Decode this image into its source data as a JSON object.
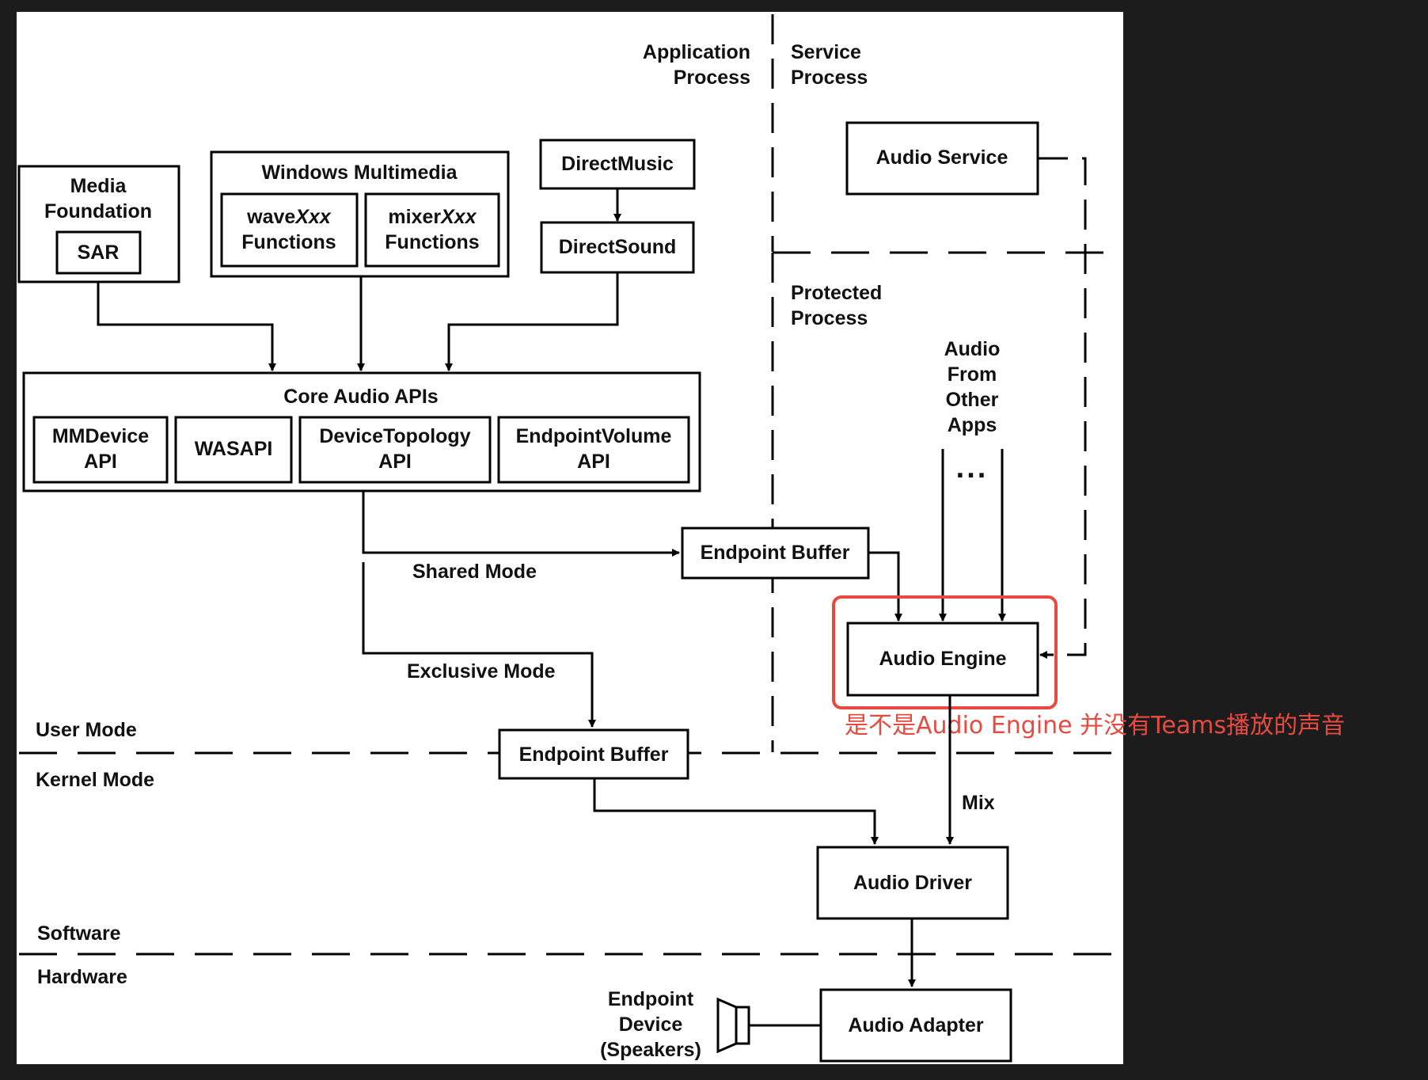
{
  "diagram": {
    "regions": {
      "application_process": [
        "Application",
        "Process"
      ],
      "service_process": [
        "Service",
        "Process"
      ],
      "protected_process": [
        "Protected",
        "Process"
      ],
      "user_mode": "User Mode",
      "kernel_mode": "Kernel Mode",
      "software": "Software",
      "hardware": "Hardware"
    },
    "nodes": {
      "media_foundation": [
        "Media",
        "Foundation"
      ],
      "sar": "SAR",
      "windows_multimedia": "Windows Multimedia",
      "wave_functions": {
        "prefix": "wave",
        "italic": "Xxx",
        "line2": "Functions"
      },
      "mixer_functions": {
        "prefix": "mixer",
        "italic": "Xxx",
        "line2": "Functions"
      },
      "directmusic": "DirectMusic",
      "directsound": "DirectSound",
      "core_audio_apis": "Core Audio APIs",
      "mmdevice_api": [
        "MMDevice",
        "API"
      ],
      "wasapi": "WASAPI",
      "devicetopology_api": [
        "DeviceTopology",
        "API"
      ],
      "endpointvolume_api": [
        "EndpointVolume",
        "API"
      ],
      "audio_service": "Audio Service",
      "endpoint_buffer_shared": "Endpoint Buffer",
      "audio_engine": "Audio Engine",
      "endpoint_buffer_exclusive": "Endpoint Buffer",
      "audio_driver": "Audio Driver",
      "audio_adapter": "Audio Adapter",
      "endpoint_device": [
        "Endpoint",
        "Device",
        "(Speakers)"
      ]
    },
    "edge_labels": {
      "shared_mode": "Shared Mode",
      "exclusive_mode": "Exclusive Mode",
      "mix": "Mix",
      "audio_from_other_apps": [
        "Audio",
        "From",
        "Other",
        "Apps"
      ],
      "ellipsis": "..."
    },
    "annotation": {
      "text": "是不是Audio Engine 并没有Teams播放的声音",
      "color": "#e84a3f"
    }
  }
}
